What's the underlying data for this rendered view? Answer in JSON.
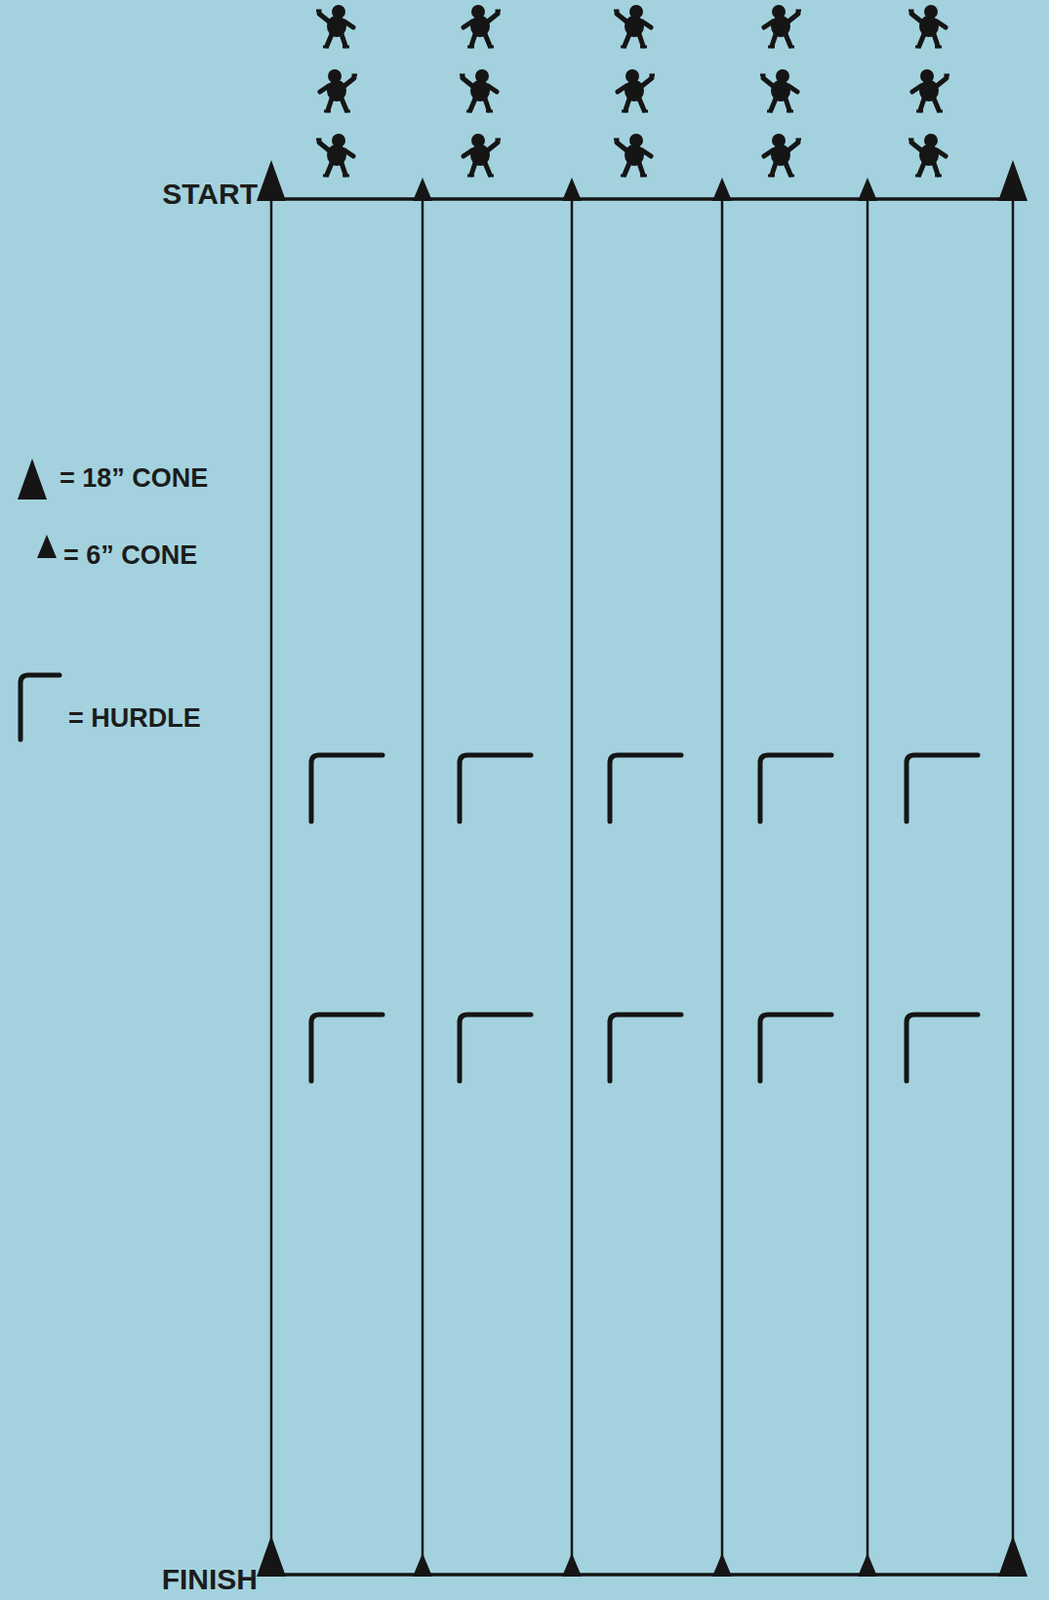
{
  "diagram": {
    "labels": [
      "START",
      "FINISH"
    ],
    "legend": [
      {
        "text": "= 18” CONE"
      },
      {
        "text": "= 6” CONE"
      },
      {
        "text": "= HURDLE"
      }
    ]
  }
}
